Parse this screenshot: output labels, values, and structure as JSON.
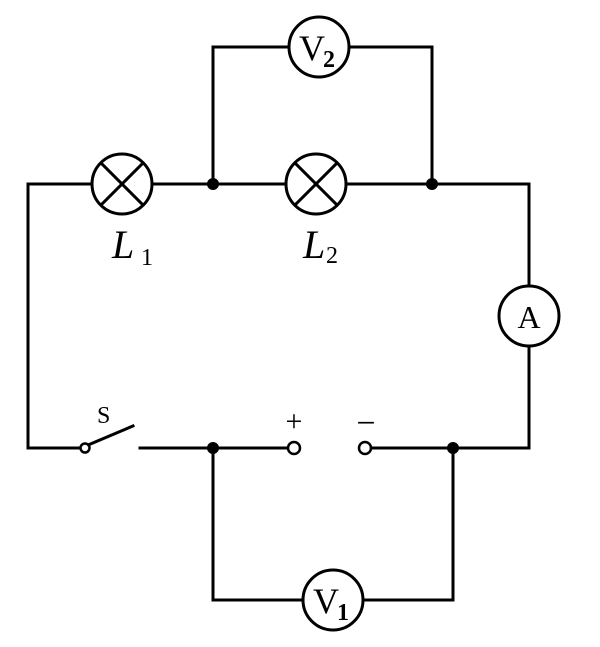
{
  "components": {
    "lamp1": {
      "letter": "L",
      "subscript": "1"
    },
    "lamp2": {
      "letter": "L",
      "subscript": "2"
    },
    "voltmeter1": {
      "letter": "V",
      "subscript": "1"
    },
    "voltmeter2": {
      "letter": "V",
      "subscript": "2"
    },
    "ammeter": {
      "letter": "A"
    },
    "switch": {
      "label": "S"
    },
    "power_supply": {
      "positive": "+",
      "negative": "−"
    }
  },
  "colors": {
    "line": "#000000",
    "background": "#ffffff"
  }
}
